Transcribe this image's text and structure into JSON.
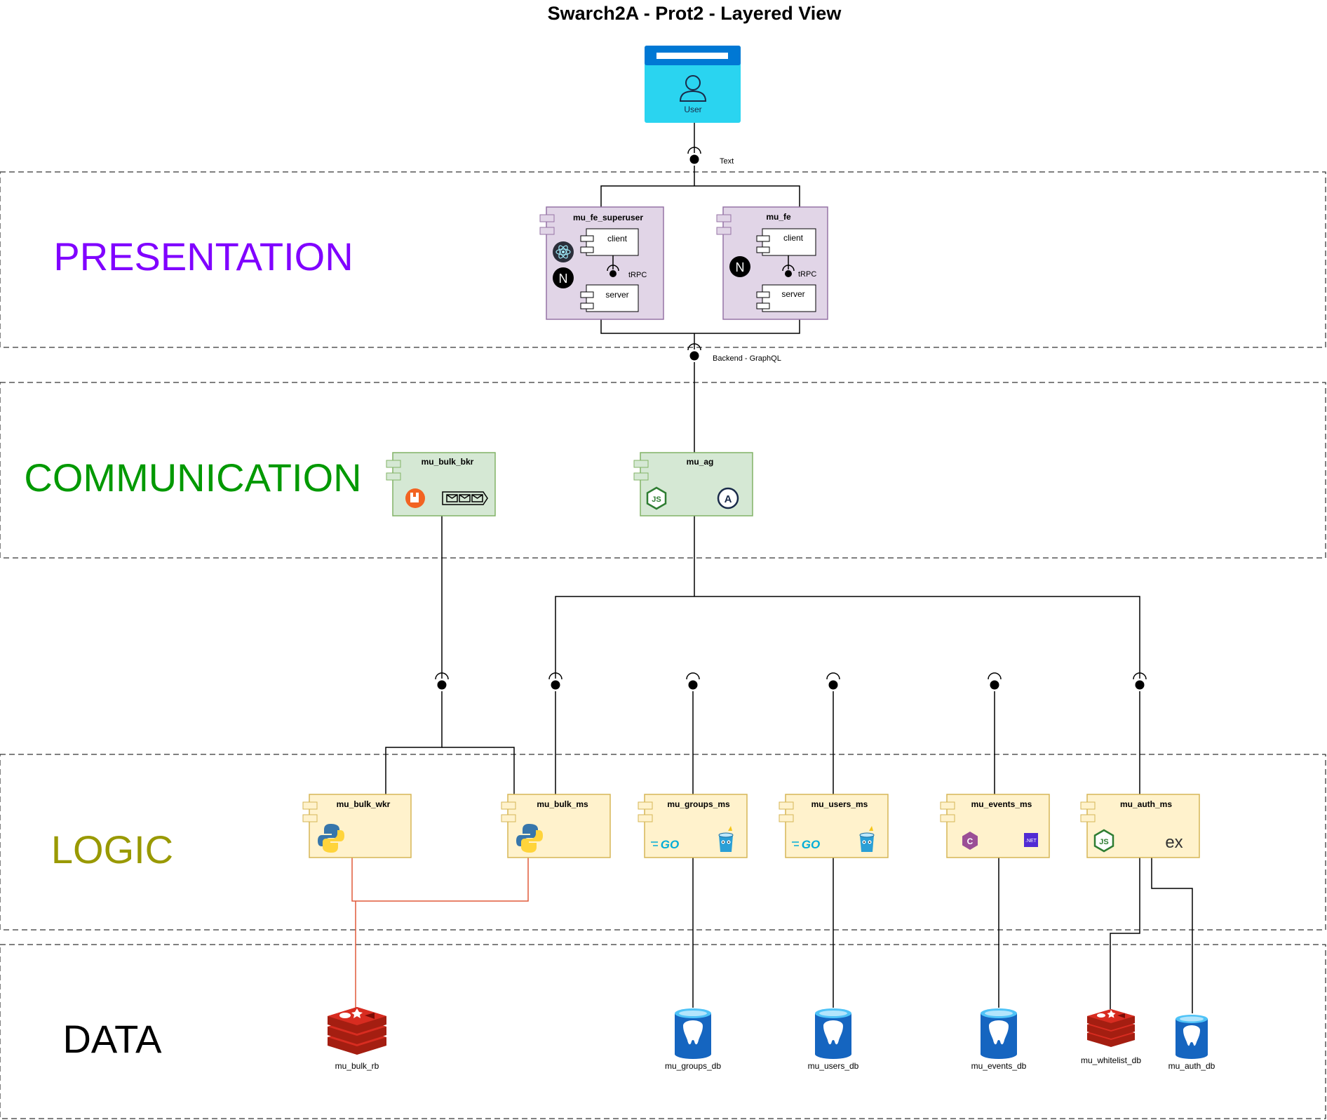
{
  "title": "Swarch2A - Prot2 - Layered View",
  "layers": [
    {
      "name": "PRESENTATION",
      "color": "#8000ff"
    },
    {
      "name": "COMMUNICATION",
      "color": "#009900"
    },
    {
      "name": "LOGIC",
      "color": "#999900"
    },
    {
      "name": "DATA",
      "color": "#000000"
    }
  ],
  "user": {
    "label": "User"
  },
  "interfaces": {
    "user_link": "Text",
    "backend": "Backend - GraphQL",
    "trpc": "tRPC"
  },
  "presentation": [
    {
      "name": "mu_fe_superuser",
      "client": "client",
      "server": "server",
      "icons": [
        "electron-icon",
        "nextjs-icon"
      ]
    },
    {
      "name": "mu_fe",
      "client": "client",
      "server": "server",
      "icons": [
        "nextjs-icon"
      ]
    }
  ],
  "communication": [
    {
      "name": "mu_bulk_bkr",
      "icons": [
        "rabbitmq-icon",
        "message-queue-icon"
      ]
    },
    {
      "name": "mu_ag",
      "icons": [
        "nodejs-icon",
        "apollo-icon"
      ]
    }
  ],
  "logic": [
    {
      "name": "mu_bulk_wkr",
      "icons": [
        "python-icon"
      ]
    },
    {
      "name": "mu_bulk_ms",
      "icons": [
        "python-icon"
      ]
    },
    {
      "name": "mu_groups_ms",
      "icons": [
        "go-icon",
        "gorm-icon"
      ]
    },
    {
      "name": "mu_users_ms",
      "icons": [
        "go-icon",
        "gorm-icon"
      ]
    },
    {
      "name": "mu_events_ms",
      "icons": [
        "csharp-icon",
        "dotnet-icon"
      ]
    },
    {
      "name": "mu_auth_ms",
      "icons": [
        "nodejs-icon",
        "express-icon"
      ]
    }
  ],
  "icon_text": {
    "go": "GO",
    "dotnet": ".NET",
    "express": "ex",
    "js": "JS",
    "apollo": "A",
    "csharp": "C",
    "nextjs": "N"
  },
  "data": [
    {
      "name": "mu_bulk_rb",
      "kind": "redis"
    },
    {
      "name": "mu_groups_db",
      "kind": "postgres"
    },
    {
      "name": "mu_users_db",
      "kind": "postgres"
    },
    {
      "name": "mu_events_db",
      "kind": "postgres"
    },
    {
      "name": "mu_whitelist_db",
      "kind": "redis"
    },
    {
      "name": "mu_auth_db",
      "kind": "postgres"
    }
  ],
  "colors": {
    "presentation_fill": "#e1d5e7",
    "presentation_stroke": "#9673a6",
    "communication_fill": "#d5e8d4",
    "communication_stroke": "#82b366",
    "logic_fill": "#fff2cc",
    "logic_stroke": "#d6b656",
    "user_fill": "#2ad4f0",
    "user_header": "#0078d4",
    "redis": "#c6302b",
    "postgres": "#1565c0",
    "cache_link": "#e05a3a"
  }
}
